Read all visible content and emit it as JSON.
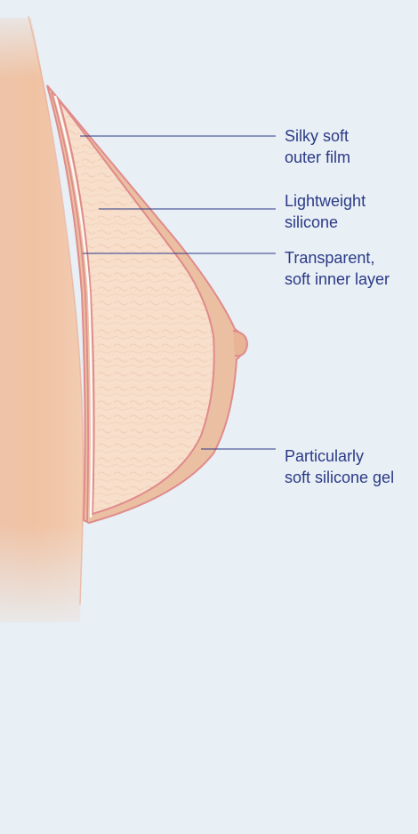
{
  "labels": {
    "outer_film": {
      "line1": "Silky soft",
      "line2": "outer film"
    },
    "lightweight_silicone": {
      "line1": "Lightweight",
      "line2": "silicone"
    },
    "inner_layer": {
      "line1": "Transparent,",
      "line2": "soft inner layer"
    },
    "silicone_gel": {
      "line1": "Particularly",
      "line2": "soft silicone gel"
    }
  },
  "colors": {
    "background": "#e8eff5",
    "label_text": "#2b3a87",
    "leader_line": "#2b3a87",
    "skin": "#efc3a4",
    "outline": "#e08b8b",
    "outer_shell": "#ebbfa2",
    "silicone_fill": "#f6dcc7"
  }
}
